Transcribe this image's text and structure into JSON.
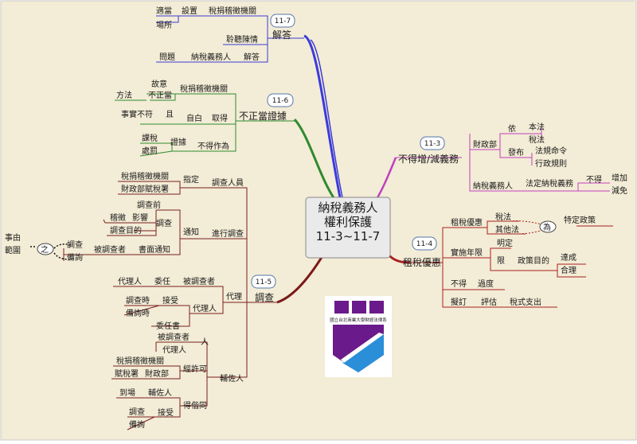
{
  "colors": {
    "background": "#f3ecd6",
    "frame": "#c8c8c8",
    "appeal_branch": "#3b3bd8",
    "improper_branch": "#2e8b2e",
    "investigation_branch": "#7a1a1a",
    "no_change_branch": "#c040c0",
    "incentive_branch": "#a82020",
    "node_line": "#7a1f1f",
    "badge_border": "#5577aa",
    "logo_purple": "#6a1a8a",
    "logo_blue": "#2a8fd8"
  },
  "central": {
    "line1": "納稅義務人",
    "line2": "權利保護",
    "line3": "11-3~11-7"
  },
  "appeal": {
    "badge": "11-7",
    "title": "解答",
    "n_setup": "設置",
    "n_agency": "稅捐稽徵機關",
    "n_proper": "適當",
    "n_place": "場所",
    "n_hear": "聆聽陳情",
    "n_answer": "解答",
    "n_taxpayer": "納稅義務人",
    "n_question": "問題"
  },
  "improper": {
    "badge": "11-6",
    "title": "不正當證據",
    "n_agency": "稅捐稽徵機關",
    "n_intent": "故意",
    "n_improper": "不正當",
    "n_method": "方法",
    "n_obtain": "取得",
    "n_confess": "自白",
    "n_and": "且",
    "n_false": "事實不符",
    "n_no_basis": "不得作為",
    "n_evidence": "證據",
    "n_tax": "課稅",
    "n_punish": "處罰"
  },
  "investigation": {
    "badge": "11-5",
    "title": "調查",
    "n_staff": "調查人員",
    "n_designate": "指定",
    "n_agency": "稅捐稽徵機關",
    "n_bureau": "財政部賦稅署",
    "n_proceed": "進行調查",
    "n_notify": "通知",
    "n_investigate": "調查",
    "n_before": "調查前",
    "n_levy": "稽徵",
    "n_affect": "影響",
    "n_purpose": "調查目的",
    "n_written": "書面通知",
    "n_subject": "被調查者",
    "n_inv2": "調查",
    "n_prepare": "備詢",
    "n_of": "之",
    "n_matter": "事由",
    "n_scope": "範圍",
    "n_agent": "代理",
    "n_subject_agent": "被調查者",
    "n_delegate": "委任",
    "n_agent_person": "代理人",
    "n_agent_label": "代理人",
    "n_accept": "接受",
    "n_inv_time": "調查時",
    "n_ask_time": "備詢時",
    "n_commission": "委任書",
    "n_assist": "輔佐人",
    "n_person": "人",
    "n_subject2": "被調查者",
    "n_agent2": "代理人",
    "n_permit": "經許可",
    "n_agency2": "稅捐稽徵機關",
    "n_mof": "財政部",
    "n_bureau2": "賦稅署",
    "n_consent": "得偕同",
    "n_arrive": "到場",
    "n_assistant": "輔佐人",
    "n_accept2": "接受",
    "n_inv3": "調查",
    "n_prepare2": "備詢"
  },
  "no_change": {
    "badge": "11-3",
    "title": "不得增/減義務",
    "n_mof": "財政部",
    "n_according": "依",
    "n_this_law": "本法",
    "n_tax_law": "稅法",
    "n_issue": "發布",
    "n_order": "法規命令",
    "n_rules": "行政規則",
    "n_taxpayer": "納稅義務人",
    "n_legal": "法定納稅義務",
    "n_cannot": "不得",
    "n_increase": "增加",
    "n_decrease": "減免"
  },
  "incentive": {
    "badge": "11-4",
    "title": "租稅優惠",
    "n_incentive": "租稅優惠",
    "n_tax_law": "稅法",
    "n_other_law": "其他法",
    "n_for": "為",
    "n_policy": "特定政策",
    "n_period": "實施年限",
    "n_specify": "明定",
    "n_limit": "限",
    "n_purpose": "政策目的",
    "n_achieve": "達成",
    "n_reasonable": "合理",
    "n_cannot": "不得",
    "n_excessive": "過度",
    "n_draft": "擬訂",
    "n_evaluate": "評估",
    "n_expenditure": "稅式支出"
  },
  "logo": {
    "caption": "國立台北商業大學財經法律系"
  }
}
